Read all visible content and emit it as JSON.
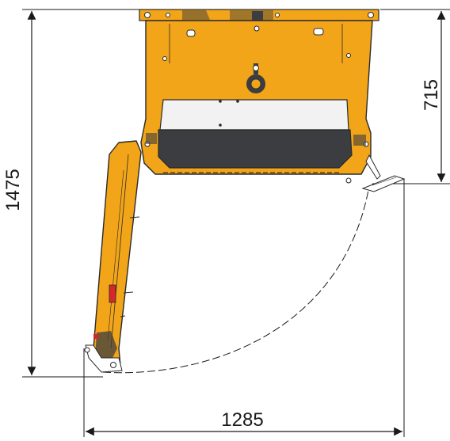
{
  "dimensions": {
    "overall_height": "1475",
    "partial_height": "715",
    "overall_width": "1285"
  },
  "colors": {
    "machine_body": "#F2A519",
    "machine_outline": "#2a2a2a",
    "dark_panel": "#3b3d40",
    "light_panel": "#f2f2f2",
    "dimension_line": "#1a1a1a",
    "accent_red": "#d6262b"
  }
}
